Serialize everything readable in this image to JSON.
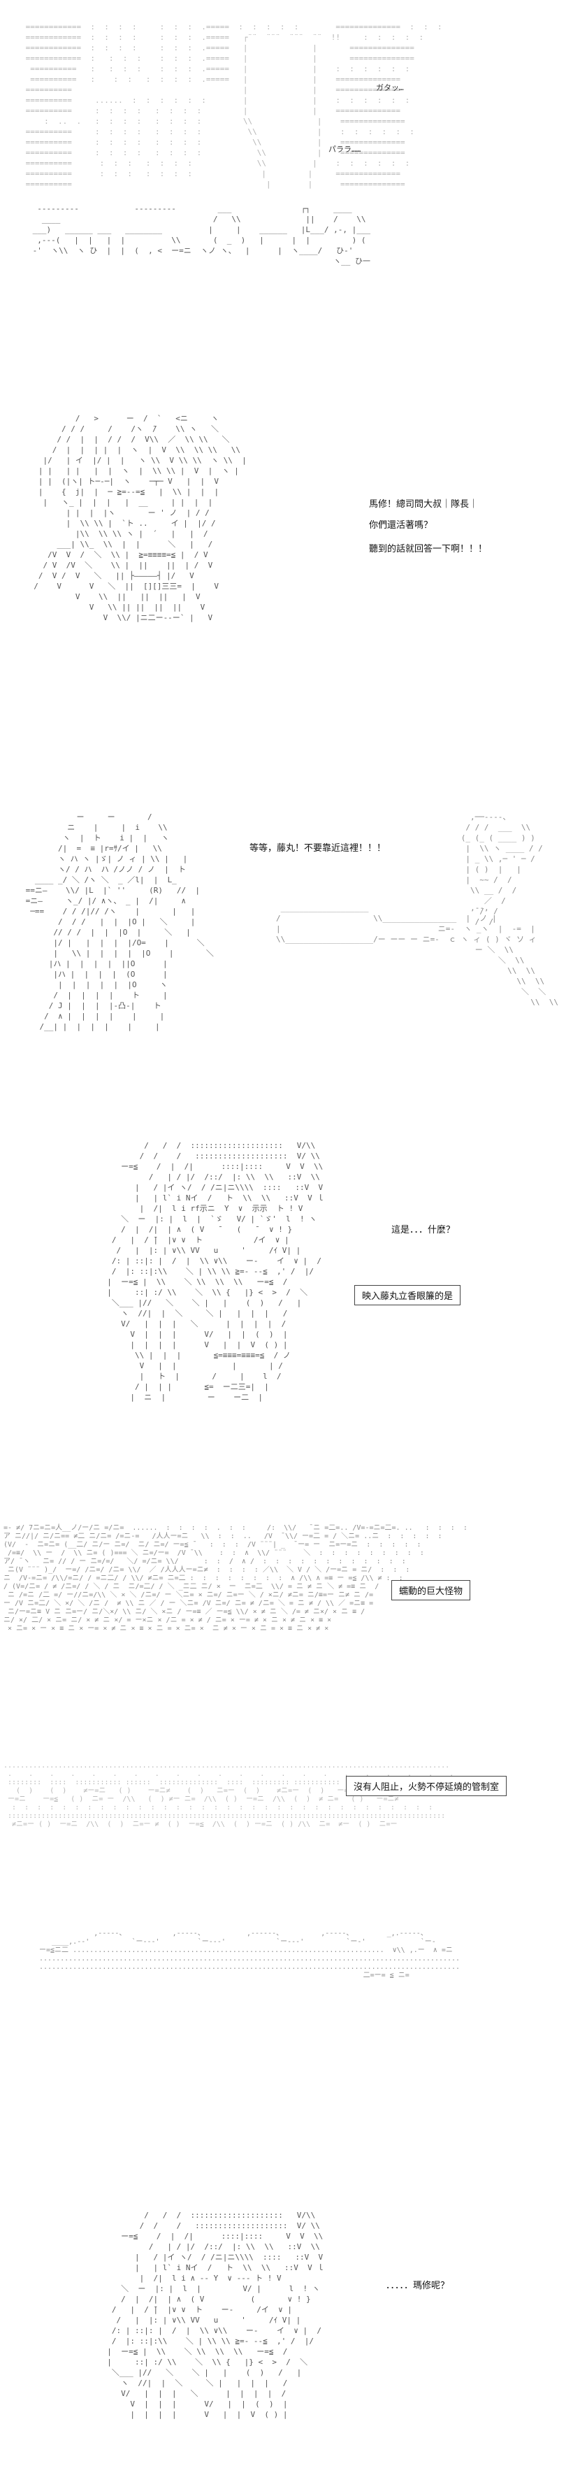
{
  "panel1": {
    "sfx_top": "ガタッ…",
    "sfx_mid": "パララ……"
  },
  "panel2": {
    "line1": "馬修！總司問大叔｜隊長｜",
    "line2": "你們還活著嗎？",
    "line3": "聽到的話就回答一下啊！！！"
  },
  "panel3": {
    "line1": "等等，藤丸！不要靠近這裡！！！"
  },
  "panel4": {
    "line1": "這是．．．什麼？",
    "caption": "映入藤丸立香眼簾的是"
  },
  "panel5": {
    "caption": "蠕動的巨大怪物"
  },
  "panel6": {
    "caption": "沒有人阻止，火勢不停延燒的管制室"
  },
  "panel7": {
    "line1": "．．．．．瑪修呢？"
  }
}
